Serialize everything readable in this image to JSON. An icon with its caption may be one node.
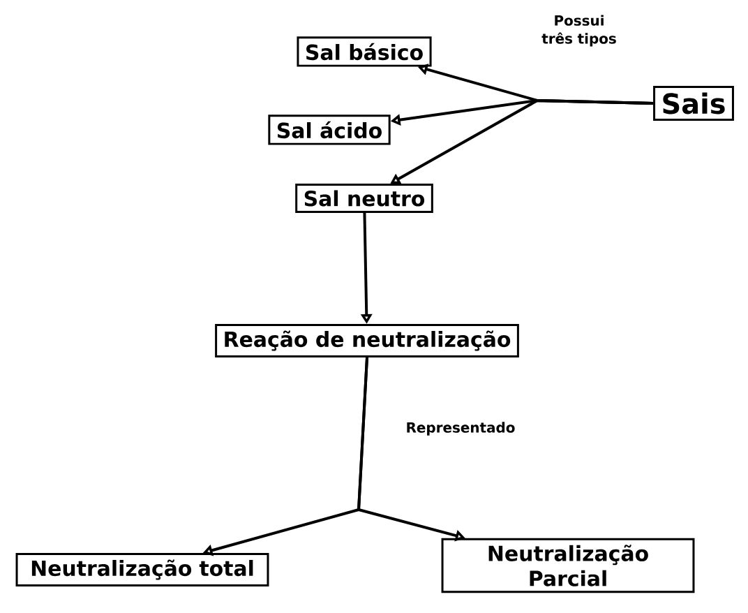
{
  "diagram": {
    "nodes": [
      {
        "text": [
          "Sais"
        ]
      },
      {
        "text": [
          "Sal básico"
        ]
      },
      {
        "text": [
          "Sal ácido"
        ]
      },
      {
        "text": [
          "Sal neutro"
        ]
      },
      {
        "text": [
          "Reação de neutralização"
        ]
      },
      {
        "text": [
          "Neutralização total"
        ]
      },
      {
        "text": [
          "Neutralização Parcial"
        ]
      }
    ],
    "edges": [
      {
        "from": 0,
        "to": 1,
        "arrow": "to",
        "label": "Possui três tipos"
      },
      {
        "from": 0,
        "to": 2,
        "arrow": "to"
      },
      {
        "from": 0,
        "to": 3,
        "arrow": "to"
      },
      {
        "from": 3,
        "to": 4,
        "arrow": "to"
      },
      {
        "from": 4,
        "to": 5,
        "arrow": "to",
        "label": "Representado"
      },
      {
        "from": 4,
        "to": 6,
        "arrow": "to"
      }
    ]
  }
}
